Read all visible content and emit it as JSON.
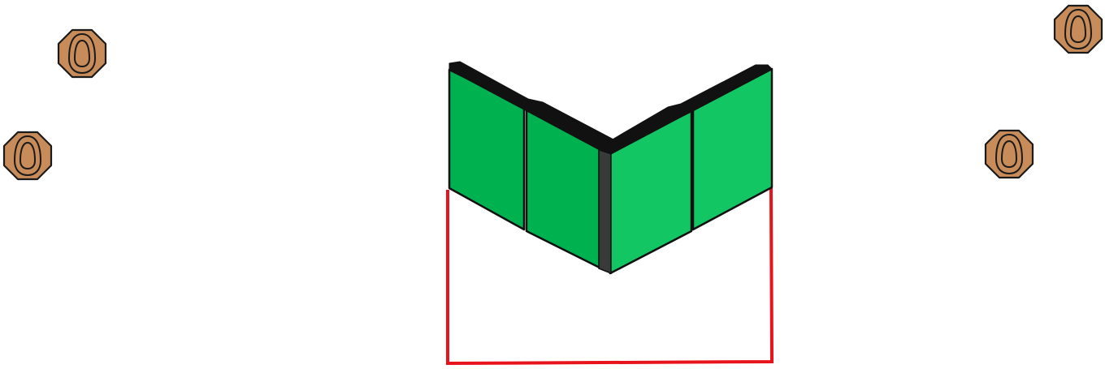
{
  "colors": {
    "background": "#ffffff",
    "wall_left": "#00b150",
    "wall_right": "#12c664",
    "wall_top": "#111111",
    "corner_post": "#3a3a3a",
    "shooting_box": "#e8141b",
    "target_fill": "#c88c5a",
    "target_outline": "#1a1a1a"
  },
  "diagram": {
    "wall": {
      "shape": "v-wall",
      "panel_count": 4,
      "icon": "barricade-wall-icon"
    },
    "shooting_box": {
      "shape": "open-rectangle",
      "open_side": "top",
      "icon": "shooting-box-icon"
    },
    "targets": [
      {
        "id": "target-1",
        "icon": "octagon-paper-target-icon",
        "side": "left"
      },
      {
        "id": "target-2",
        "icon": "octagon-paper-target-icon",
        "side": "left"
      },
      {
        "id": "target-3",
        "icon": "octagon-paper-target-icon",
        "side": "right"
      },
      {
        "id": "target-4",
        "icon": "octagon-paper-target-icon",
        "side": "right"
      }
    ]
  }
}
